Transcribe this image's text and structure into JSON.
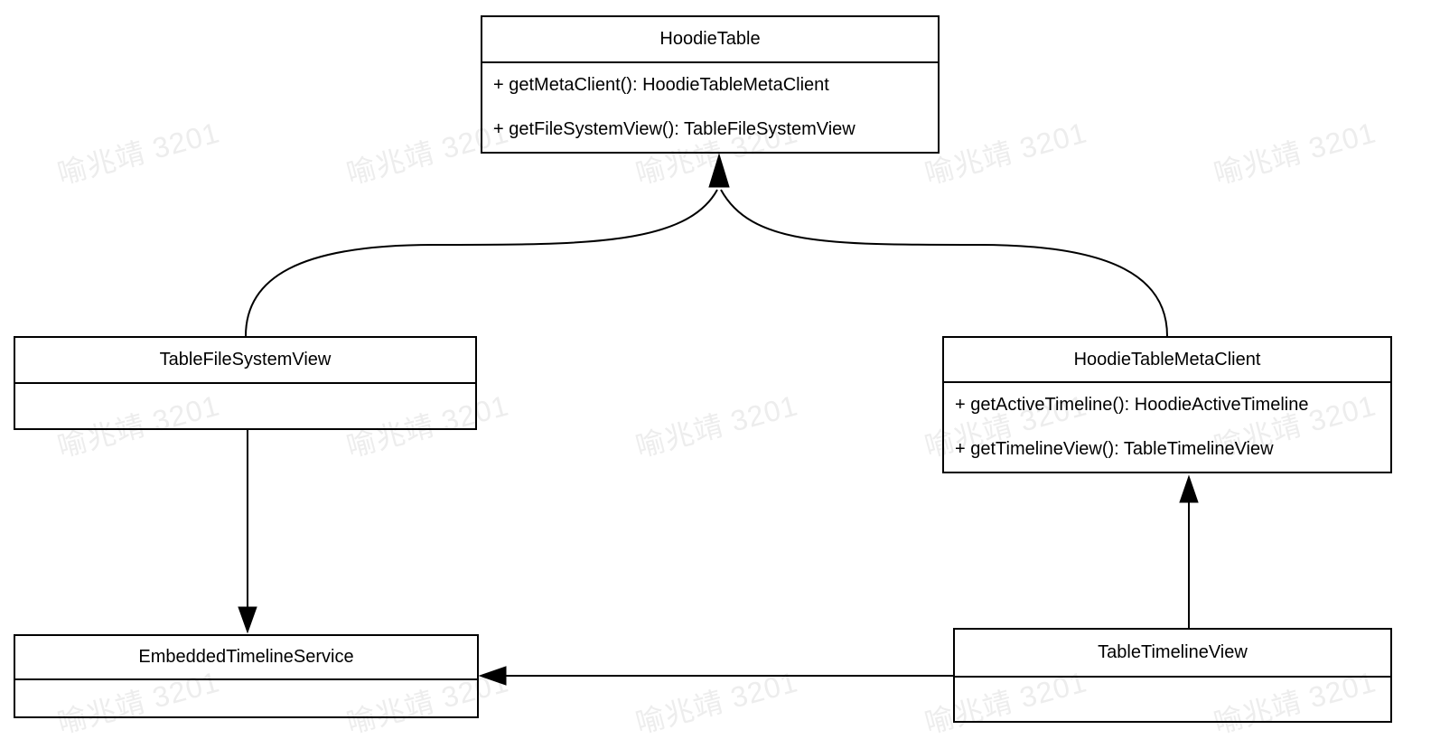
{
  "diagram": {
    "type": "uml-class-diagram",
    "background_color": "#ffffff",
    "line_color": "#000000",
    "text_color": "#000000"
  },
  "watermark": {
    "text": "喻兆靖 3201",
    "color": "#ededed"
  },
  "classes": [
    {
      "name": "HoodieTable",
      "methods": [
        "+ getMetaClient(): HoodieTableMetaClient",
        "+ getFileSystemView(): TableFileSystemView"
      ]
    },
    {
      "name": "TableFileSystemView",
      "methods": []
    },
    {
      "name": "HoodieTableMetaClient",
      "methods": [
        "+ getActiveTimeline(): HoodieActiveTimeline",
        "+ getTimelineView(): TableTimelineView"
      ]
    },
    {
      "name": "EmbeddedTimelineService",
      "methods": []
    },
    {
      "name": "TableTimelineView",
      "methods": []
    }
  ],
  "relations": [
    {
      "from": "TableFileSystemView",
      "to": "HoodieTable",
      "style": "curved-arrow"
    },
    {
      "from": "HoodieTableMetaClient",
      "to": "HoodieTable",
      "style": "curved-arrow"
    },
    {
      "from": "TableFileSystemView",
      "to": "EmbeddedTimelineService",
      "style": "straight-arrow"
    },
    {
      "from": "TableTimelineView",
      "to": "HoodieTableMetaClient",
      "style": "straight-arrow"
    },
    {
      "from": "TableTimelineView",
      "to": "EmbeddedTimelineService",
      "style": "straight-arrow"
    }
  ]
}
